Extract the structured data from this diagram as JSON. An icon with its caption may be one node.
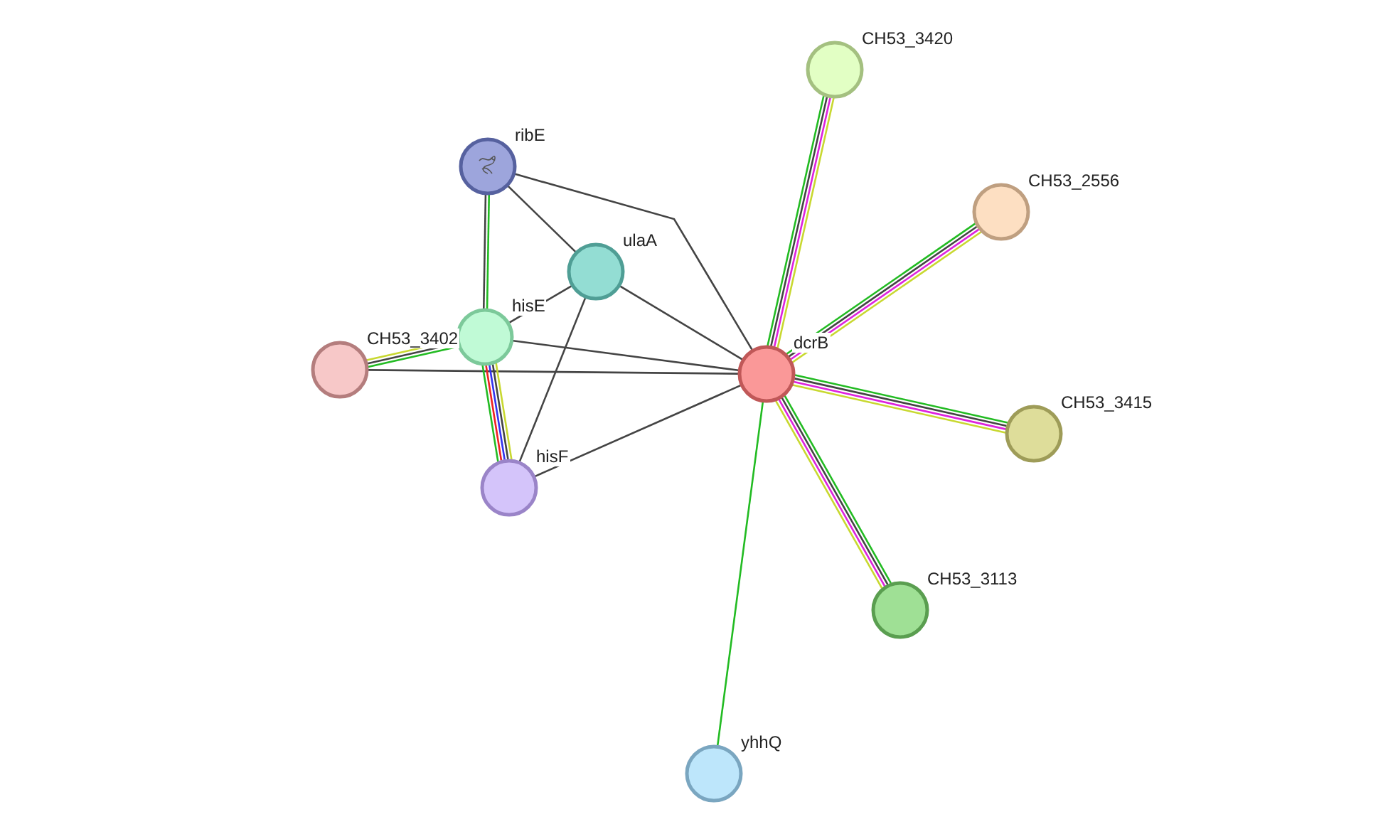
{
  "diagram": {
    "nodes": [
      {
        "text": [
          "ribE"
        ]
      },
      {
        "text": [
          "ulaA"
        ]
      },
      {
        "text": [
          "hisE"
        ]
      },
      {
        "text": [
          "CH53_3402"
        ]
      },
      {
        "text": [
          "hisF"
        ]
      },
      {
        "text": [
          "dcrB"
        ]
      },
      {
        "text": [
          "CH53_3420"
        ]
      },
      {
        "text": [
          "CH53_2556"
        ]
      },
      {
        "text": [
          "CH53_3415"
        ]
      },
      {
        "text": [
          "CH53_3113"
        ]
      },
      {
        "text": [
          "yhhQ"
        ]
      }
    ],
    "edges": [
      {
        "from": 0,
        "to": 2,
        "arrow": "none",
        "color": "#22bb22"
      },
      {
        "from": 0,
        "to": 2,
        "arrow": "none",
        "color": "#444444"
      },
      {
        "from": 0,
        "to": 1,
        "arrow": "none",
        "color": "#444444"
      },
      {
        "from": 0,
        "to": 5,
        "arrow": "none",
        "color": "#444444"
      },
      {
        "from": 1,
        "to": 2,
        "arrow": "none",
        "color": "#444444"
      },
      {
        "from": 1,
        "to": 4,
        "arrow": "none",
        "color": "#444444"
      },
      {
        "from": 1,
        "to": 5,
        "arrow": "none",
        "color": "#444444"
      },
      {
        "from": 2,
        "to": 5,
        "arrow": "none",
        "color": "#444444"
      },
      {
        "from": 3,
        "to": 2,
        "arrow": "none",
        "color": "#c8d830"
      },
      {
        "from": 3,
        "to": 2,
        "arrow": "none",
        "color": "#444444"
      },
      {
        "from": 3,
        "to": 2,
        "arrow": "none",
        "color": "#22bb22"
      },
      {
        "from": 3,
        "to": 5,
        "arrow": "none",
        "color": "#444444"
      },
      {
        "from": 2,
        "to": 4,
        "arrow": "none",
        "color": "#c8d830"
      },
      {
        "from": 2,
        "to": 4,
        "arrow": "none",
        "color": "#444444"
      },
      {
        "from": 2,
        "to": 4,
        "arrow": "none",
        "color": "#3333ee"
      },
      {
        "from": 2,
        "to": 4,
        "arrow": "none",
        "color": "#ee2222"
      },
      {
        "from": 2,
        "to": 4,
        "arrow": "none",
        "color": "#22bb22"
      },
      {
        "from": 4,
        "to": 5,
        "arrow": "none",
        "color": "#444444"
      },
      {
        "from": 5,
        "to": 6,
        "arrow": "none",
        "color": "#22bb22"
      },
      {
        "from": 5,
        "to": 6,
        "arrow": "none",
        "color": "#444444"
      },
      {
        "from": 5,
        "to": 6,
        "arrow": "none",
        "color": "#dd22dd"
      },
      {
        "from": 5,
        "to": 6,
        "arrow": "none",
        "color": "#c8d830"
      },
      {
        "from": 5,
        "to": 7,
        "arrow": "none",
        "color": "#22bb22"
      },
      {
        "from": 5,
        "to": 7,
        "arrow": "none",
        "color": "#444444"
      },
      {
        "from": 5,
        "to": 7,
        "arrow": "none",
        "color": "#dd22dd"
      },
      {
        "from": 5,
        "to": 7,
        "arrow": "none",
        "color": "#c8d830"
      },
      {
        "from": 5,
        "to": 8,
        "arrow": "none",
        "color": "#22bb22"
      },
      {
        "from": 5,
        "to": 8,
        "arrow": "none",
        "color": "#444444"
      },
      {
        "from": 5,
        "to": 8,
        "arrow": "none",
        "color": "#dd22dd"
      },
      {
        "from": 5,
        "to": 8,
        "arrow": "none",
        "color": "#c8d830"
      },
      {
        "from": 5,
        "to": 9,
        "arrow": "none",
        "color": "#22bb22"
      },
      {
        "from": 5,
        "to": 9,
        "arrow": "none",
        "color": "#444444"
      },
      {
        "from": 5,
        "to": 9,
        "arrow": "none",
        "color": "#dd22dd"
      },
      {
        "from": 5,
        "to": 9,
        "arrow": "none",
        "color": "#c8d830"
      },
      {
        "from": 5,
        "to": 10,
        "arrow": "none",
        "color": "#22bb22"
      }
    ]
  }
}
